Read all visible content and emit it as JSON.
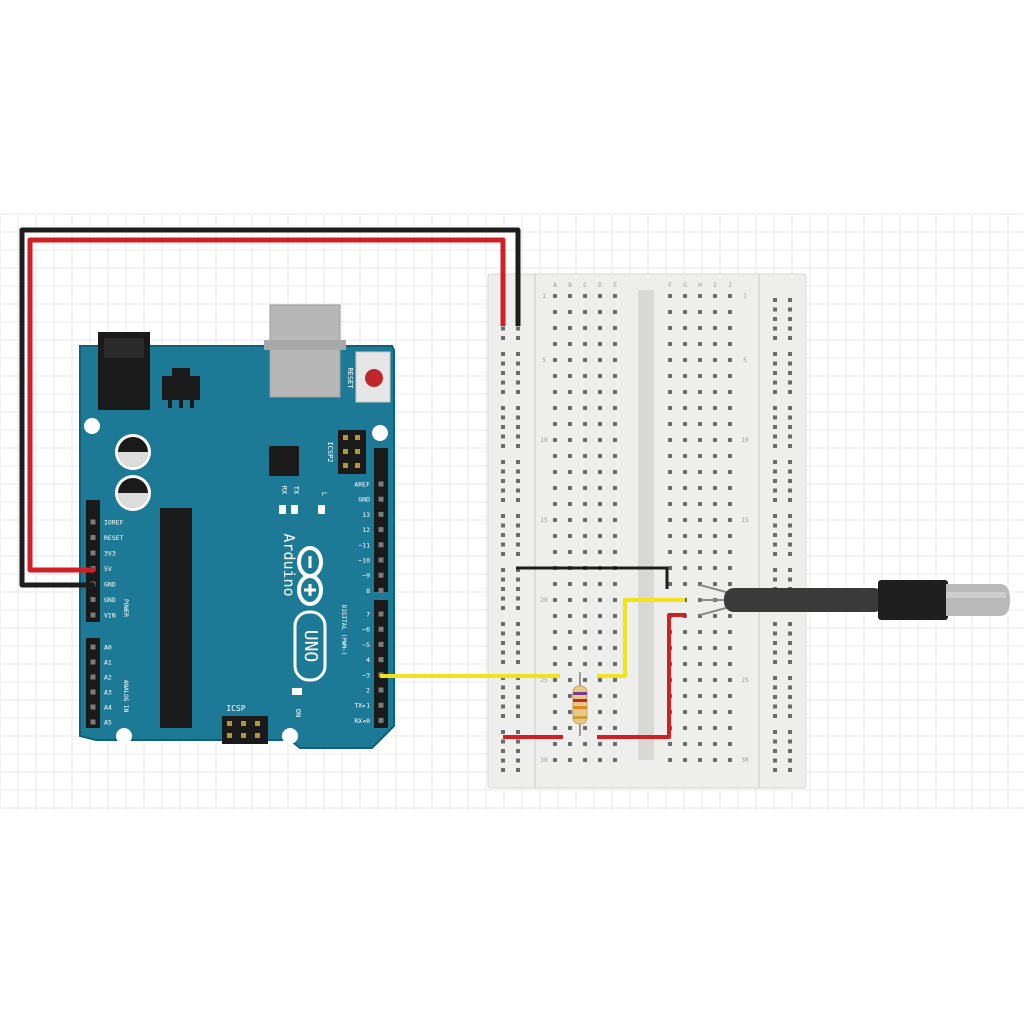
{
  "board": {
    "brand": "Arduino",
    "model": "UNO",
    "power_header_label": "POWER",
    "analog_header_label": "ANALOG IN",
    "digital_header_label": "DIGITAL (PWM~)",
    "reset_label": "RESET",
    "icsp_label": "ICSP",
    "icsp2_label": "ICSP2",
    "tx_label": "TX",
    "rx_label": "RX",
    "l_label": "L",
    "on_label": "ON",
    "power_pins": [
      "IOREF",
      "RESET",
      "3V3",
      "5V",
      "GND",
      "GND",
      "VIN"
    ],
    "analog_pins": [
      "A0",
      "A1",
      "A2",
      "A3",
      "A4",
      "A5"
    ],
    "digital_pins_top": [
      "AREF",
      "GND",
      "13",
      "12",
      "~11",
      "~10",
      "~9",
      "8"
    ],
    "digital_pins_bottom": [
      "7",
      "~6",
      "~5",
      "4",
      "~3",
      "2",
      "TX▸1",
      "RX◂0"
    ]
  },
  "breadboard": {
    "row_numbers": [
      "1",
      "5",
      "10",
      "15",
      "20",
      "25",
      "30"
    ],
    "col_letters_left": [
      "A",
      "B",
      "C",
      "D",
      "E"
    ],
    "col_letters_right": [
      "F",
      "G",
      "H",
      "I",
      "J"
    ]
  },
  "colors": {
    "board": "#1c7a96",
    "board_edge": "#0f5f78",
    "wire_red": "#d11f26",
    "wire_black": "#1d1d1d",
    "wire_yellow": "#f2e21c",
    "breadboard": "#eeeeec",
    "grid": "#e6e6e6"
  }
}
